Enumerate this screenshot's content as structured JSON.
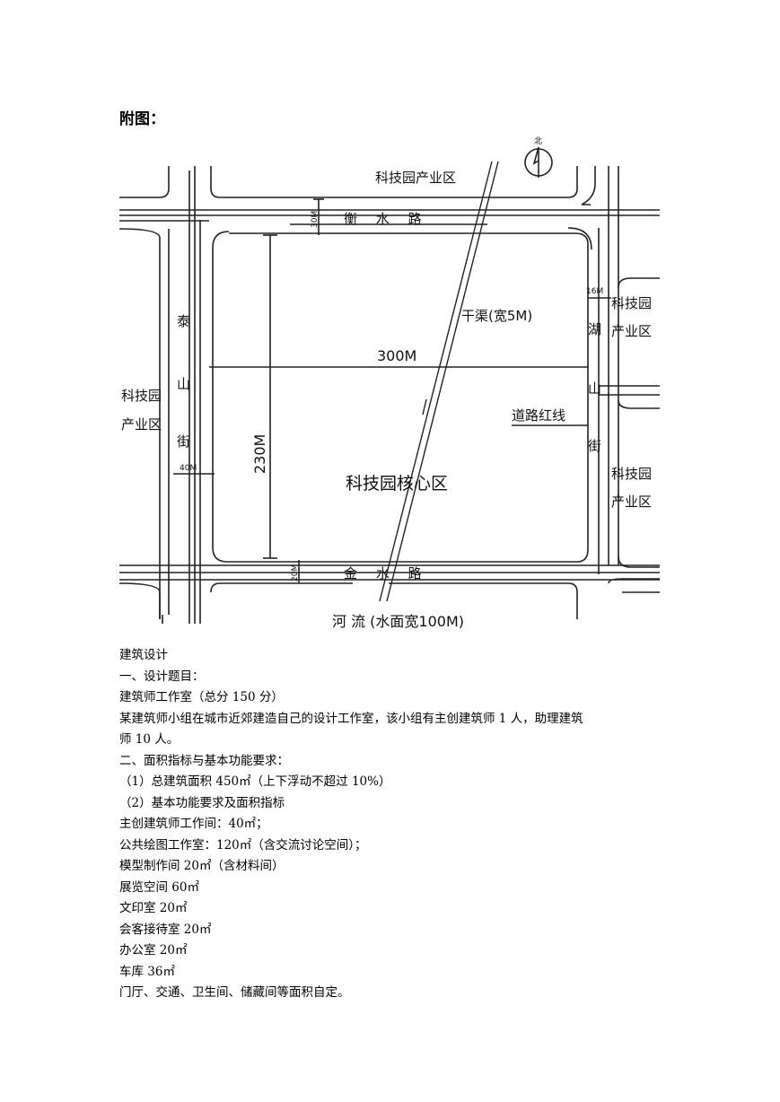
{
  "heading": "附图：",
  "site_plan": {
    "north_label": "北",
    "roads": {
      "hengshui": "衡 水 路",
      "jinshui": "金 水 路",
      "taishan": [
        "泰",
        "山",
        "街"
      ],
      "hushan": [
        "湖",
        "山",
        "街"
      ]
    },
    "zones": {
      "top": "科技园产业区",
      "left": [
        "科技园",
        "产业区"
      ],
      "right_top": [
        "科技园",
        "产业区"
      ],
      "right_bottom": [
        "科技园",
        "产业区"
      ],
      "core": "科技园核心区"
    },
    "dimensions": {
      "road_top": "30M",
      "road_right": "16M",
      "road_left": "40M",
      "road_bottom": "20M",
      "width": "300M",
      "height": "230M"
    },
    "canal": "干渠(宽5M)",
    "red_line": "道路红线",
    "river": "河 流 (水面宽100M)"
  },
  "content": {
    "lines": [
      "建筑设计",
      "一、设计题目：",
      "建筑师工作室（总分 150 分）",
      "某建筑师小组在城市近郊建造自己的设计工作室，该小组有主创建筑师 1 人，助理建筑",
      "师 10 人。",
      "二、面积指标与基本功能要求：",
      "（1）总建筑面积 450㎡（上下浮动不超过 10%）",
      "（2）基本功能要求及面积指标",
      "主创建筑师工作间：40㎡；",
      "公共绘图工作室：120㎡（含交流讨论空间）；",
      "模型制作间 20㎡（含材料间）",
      "展览空间 60㎡",
      "文印室 20㎡",
      "会客接待室 20㎡",
      "办公室 20㎡",
      "车库 36㎡",
      "门厅、交通、卫生间、储藏间等面积自定。"
    ]
  }
}
